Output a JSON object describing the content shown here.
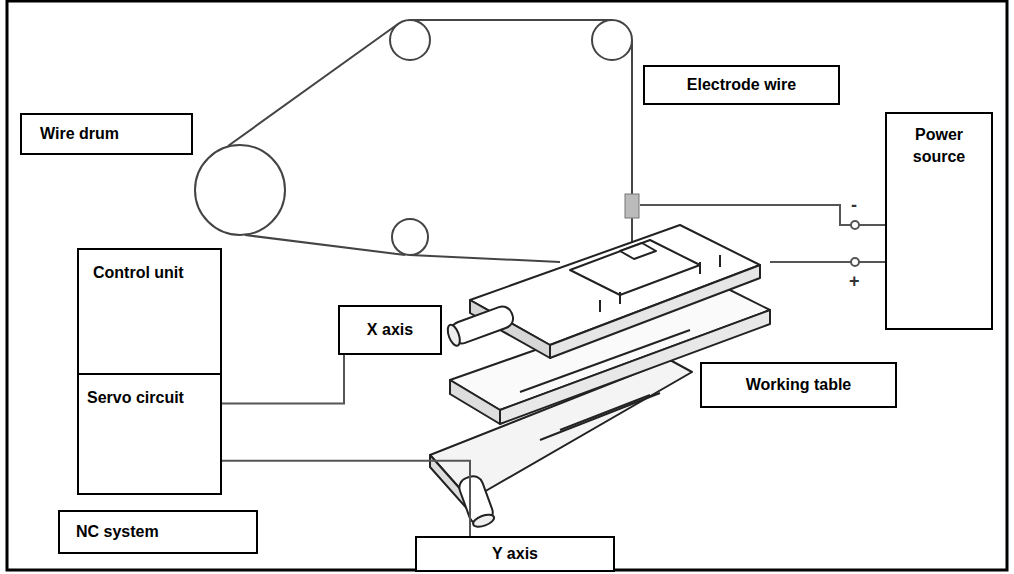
{
  "diagram": {
    "nodes": [
      {
        "text": [
          "Wire drum"
        ]
      },
      {
        "text": [
          "Electrode wire"
        ]
      },
      {
        "text": [
          "Power source"
        ]
      },
      {
        "text": [
          "Control unit"
        ]
      },
      {
        "text": [
          "Servo circuit"
        ]
      },
      {
        "text": [
          "X axis"
        ]
      },
      {
        "text": [
          "Working table"
        ]
      },
      {
        "text": [
          "NC system"
        ]
      },
      {
        "text": [
          "Y axis"
        ]
      }
    ],
    "edges": [
      {
        "from": 4,
        "to": 5,
        "arrow": "none"
      },
      {
        "from": 4,
        "to": 8,
        "arrow": "none"
      }
    ],
    "labels": [
      "-",
      "+"
    ]
  }
}
